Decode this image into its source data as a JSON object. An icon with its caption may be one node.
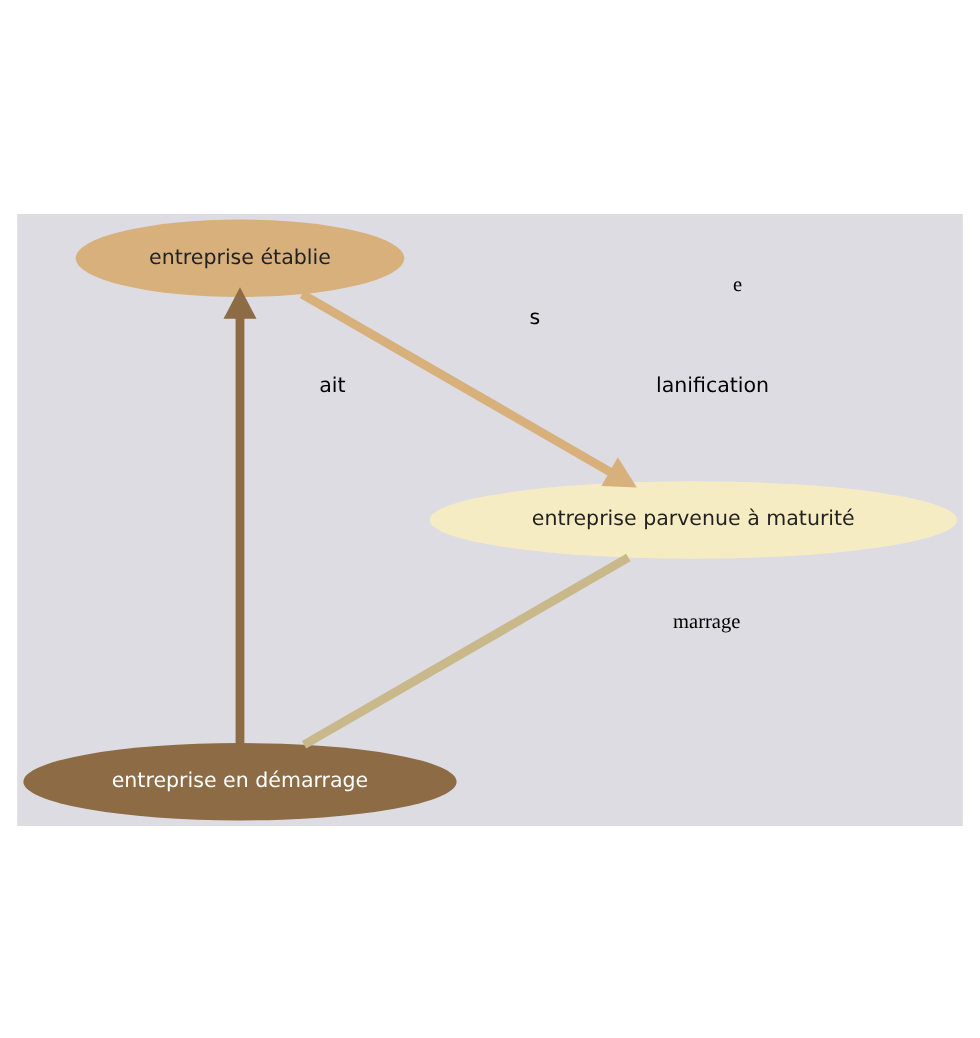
{
  "diagram": {
    "nodes": [
      {
        "text": [
          "entreprise en démarrage"
        ]
      },
      {
        "text": [
          "entreprise établie"
        ]
      },
      {
        "text": [
          "entreprise parvenue à maturité"
        ]
      }
    ],
    "edges": [
      {
        "from": 0,
        "to": 1,
        "arrow": "to"
      },
      {
        "from": 1,
        "to": 2,
        "arrow": "to"
      },
      {
        "from": 2,
        "to": 0,
        "arrow": "none"
      }
    ],
    "labels": [
      "marrage",
      "lanification",
      "s",
      "e",
      "ait"
    ]
  }
}
